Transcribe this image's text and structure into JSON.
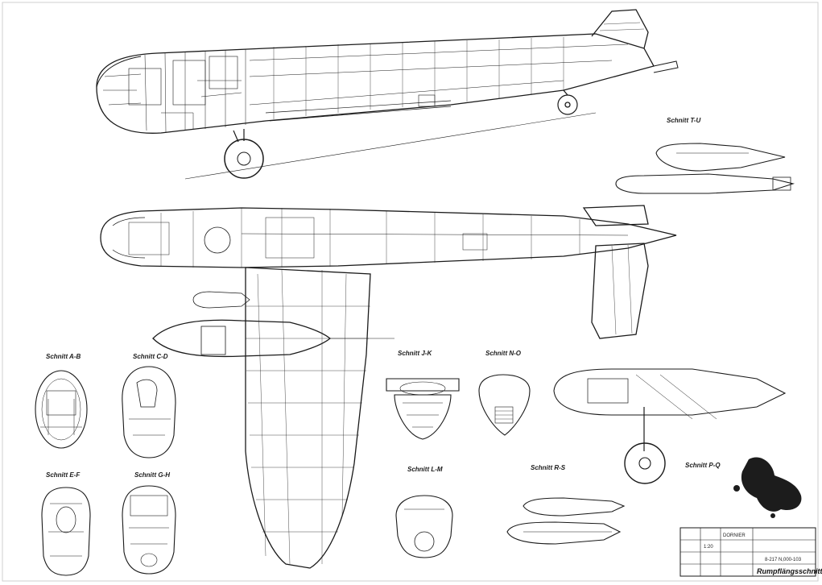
{
  "sections": {
    "t_u": "Schnitt T-U",
    "a_b": "Schnitt A-B",
    "c_d": "Schnitt C-D",
    "e_f": "Schnitt E-F",
    "g_h": "Schnitt G-H",
    "j_k": "Schnitt J-K",
    "n_o": "Schnitt N-O",
    "l_m": "Schnitt L-M",
    "r_s": "Schnitt R-S",
    "p_q": "Schnitt P-Q"
  },
  "title_block": {
    "scale": "1:20",
    "company": "DORNIER",
    "drawing_number": "8-217 N,000-103",
    "drawing_title": "Rumpflängsschnitt"
  },
  "colors": {
    "paper": "#ffffff",
    "ink": "#1a1a1a",
    "gray": "#8a8a8a",
    "stain": "#1c1c1c"
  }
}
